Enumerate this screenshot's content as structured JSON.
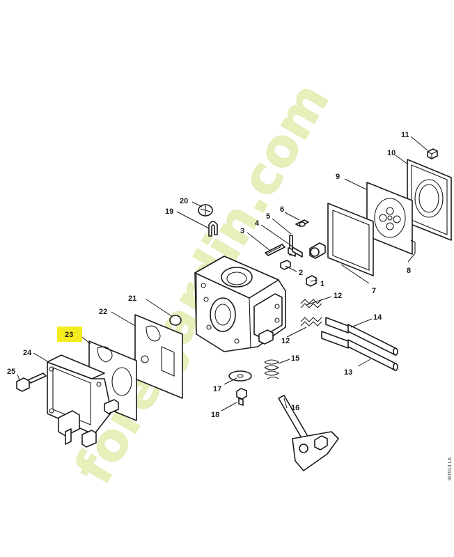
{
  "watermark": {
    "text": "foretjardin.com",
    "color_main": "#e4edb0",
    "color_tail": "#d8d2c6"
  },
  "highlight_color": "#f5ec1f",
  "doc_ref": "IET013 LA",
  "labels": {
    "p1": "1",
    "p2": "2",
    "p3": "3",
    "p4": "4",
    "p5": "5",
    "p6": "6",
    "p7": "7",
    "p8": "8",
    "p9": "9",
    "p10": "10",
    "p11": "11",
    "p12a": "12",
    "p12b": "12",
    "p13": "13",
    "p14": "14",
    "p15": "15",
    "p16": "16",
    "p17": "17",
    "p18": "18",
    "p19": "19",
    "p20": "20",
    "p21": "21",
    "p22": "22",
    "p23": "23",
    "p24": "24",
    "p25": "25"
  }
}
